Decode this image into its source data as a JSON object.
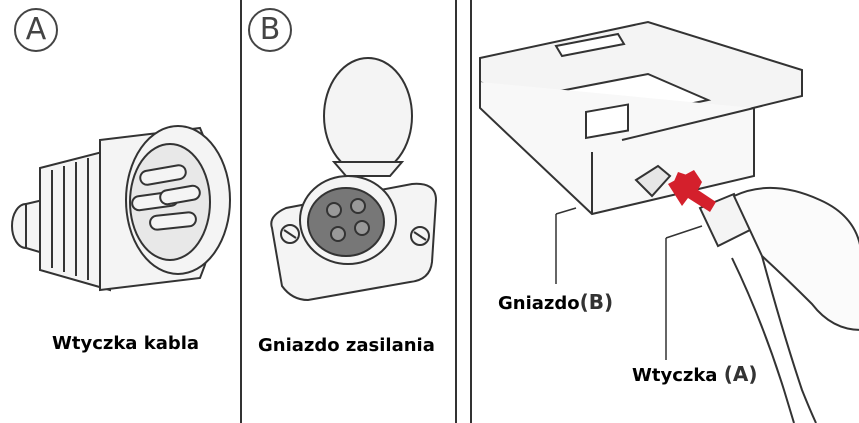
{
  "panels": [
    {
      "badge": "A",
      "caption": "Wtyczka kabla"
    },
    {
      "badge": "B",
      "caption": "Gniazdo zasilania"
    },
    {
      "label_socket": "Gniazdo",
      "label_socket_ref": "(B)",
      "label_plug": "Wtyczka",
      "label_plug_ref": "(A)"
    }
  ],
  "colors": {
    "arrow": "#d4202c",
    "line": "#333333",
    "fill_light": "#f2f2f2"
  }
}
